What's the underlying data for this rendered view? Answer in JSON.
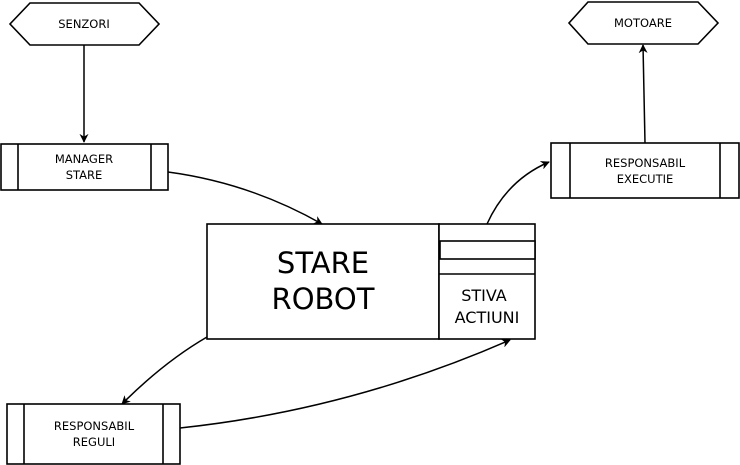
{
  "nodes": {
    "senzori": "SENZORI",
    "motoare": "MOTOARE",
    "manager_stare": [
      "MANAGER",
      "STARE"
    ],
    "responsabil_executie": [
      "RESPONSABIL",
      "EXECUTIE"
    ],
    "stare_robot": [
      "STARE",
      "ROBOT"
    ],
    "stiva_actiuni": [
      "STIVA",
      "ACTIUNI"
    ],
    "responsabil_reguli": [
      "RESPONSABIL",
      "REGULI"
    ]
  },
  "edges": [
    {
      "from": "SENZORI",
      "to": "MANAGER STARE"
    },
    {
      "from": "MANAGER STARE",
      "to": "STARE ROBOT"
    },
    {
      "from": "STIVA ACTIUNI",
      "to": "RESPONSABIL EXECUTIE"
    },
    {
      "from": "RESPONSABIL EXECUTIE",
      "to": "MOTOARE"
    },
    {
      "from": "STARE ROBOT",
      "to": "RESPONSABIL REGULI"
    },
    {
      "from": "RESPONSABIL REGULI",
      "to": "STIVA ACTIUNI"
    }
  ]
}
